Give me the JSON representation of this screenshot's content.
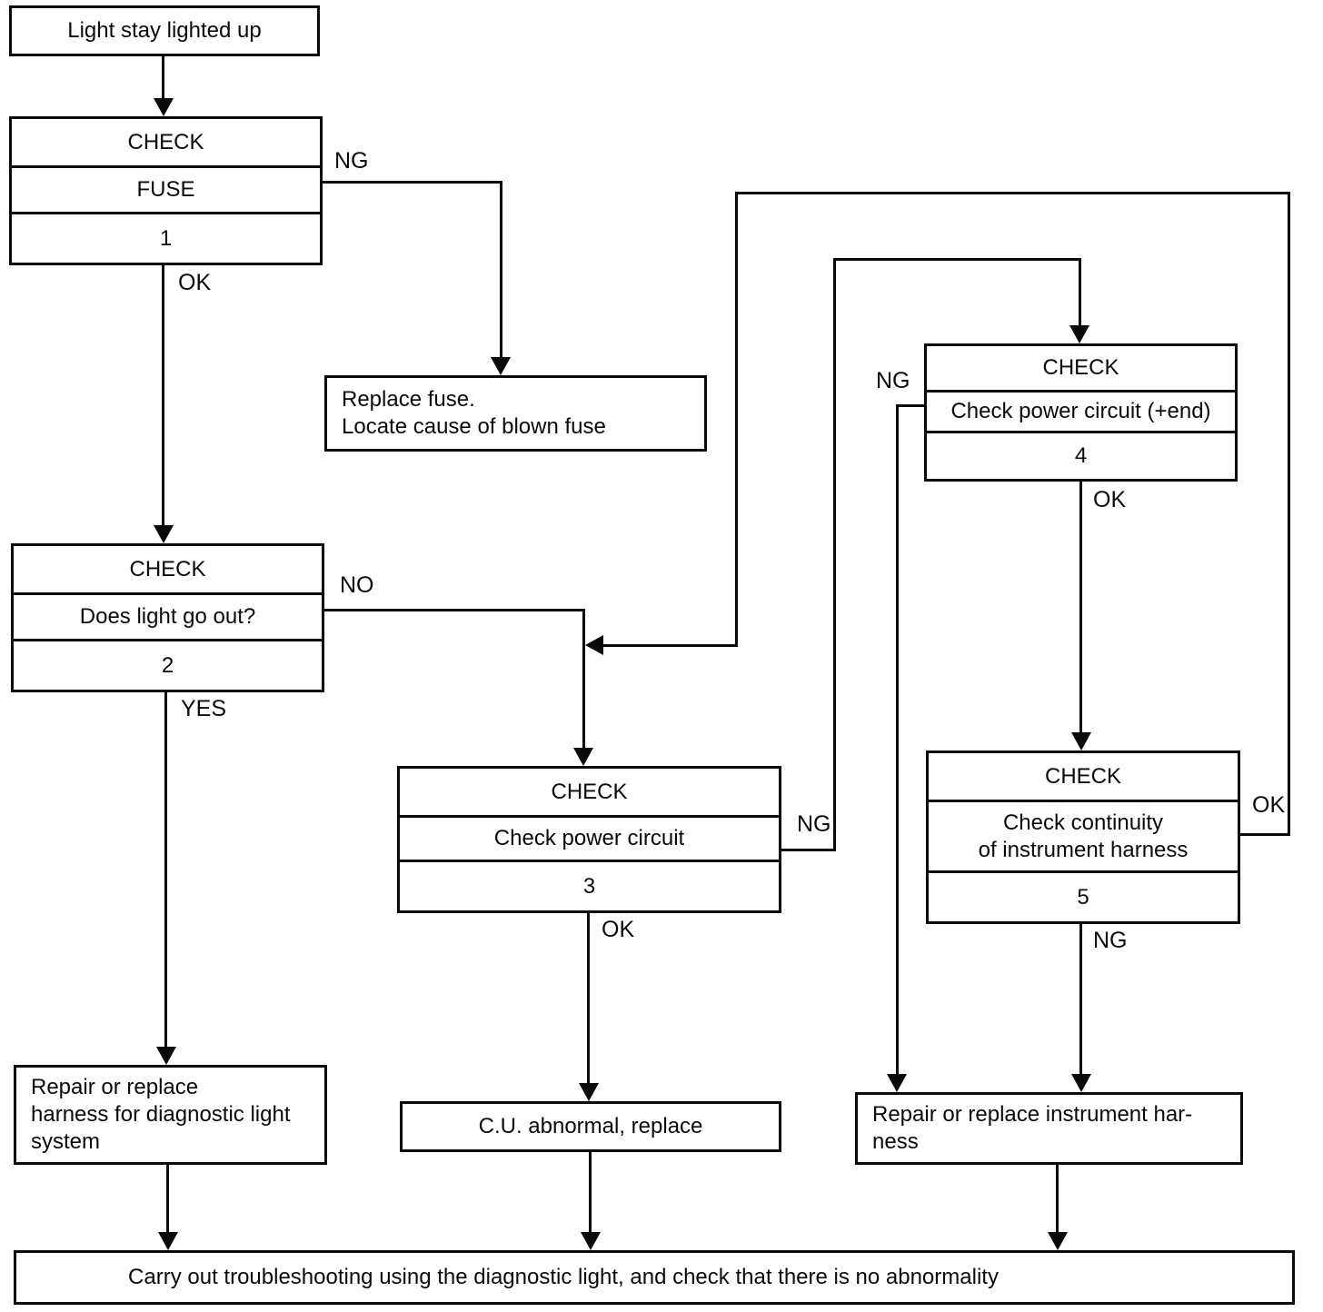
{
  "nodes": {
    "start": {
      "text": "Light stay lighted up"
    },
    "check1": {
      "header": "CHECK",
      "body": "FUSE",
      "number": "1"
    },
    "replace_fuse": {
      "line1": "Replace fuse.",
      "line2": "Locate cause of blown fuse"
    },
    "check2": {
      "header": "CHECK",
      "body": "Does light go out?",
      "number": "2"
    },
    "check3": {
      "header": "CHECK",
      "body": "Check power circuit",
      "number": "3"
    },
    "check4": {
      "header": "CHECK",
      "body": "Check power circuit (+end)",
      "number": "4"
    },
    "check5": {
      "header": "CHECK",
      "body_line1": "Check continuity",
      "body_line2": "of instrument harness",
      "number": "5"
    },
    "repair_diag": {
      "line1": "Repair or replace",
      "line2": "harness for diagnostic light",
      "line3": "system"
    },
    "cu_abnormal": {
      "text": "C.U. abnormal, replace"
    },
    "repair_instrument": {
      "line1": "Repair or replace instrument har-",
      "line2": "ness"
    },
    "final": {
      "text": "Carry out troubleshooting using the diagnostic light, and check that there is no abnormality"
    }
  },
  "edge_labels": {
    "check1_ng": "NG",
    "check1_ok": "OK",
    "check2_no": "NO",
    "check2_yes": "YES",
    "check3_ng": "NG",
    "check3_ok": "OK",
    "check4_ng": "NG",
    "check4_ok": "OK",
    "check5_ok": "OK",
    "check5_ng": "NG"
  },
  "colors": {
    "ink": "#0a0a0a",
    "paper": "#ffffff"
  }
}
